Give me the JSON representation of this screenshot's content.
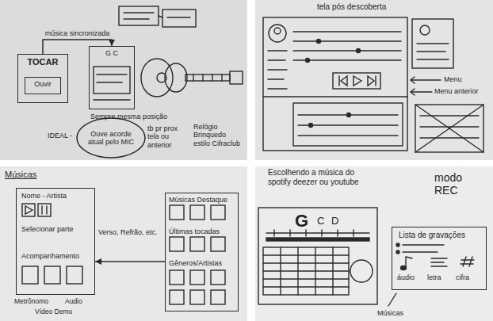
{
  "diagram": {
    "nodes": [
      {
        "text": [
          "TOCAR"
        ]
      },
      {
        "text": [
          "Ouvir"
        ],
        "in": 0
      },
      {
        "text": [
          "G C"
        ]
      },
      {
        "text": [
          "Ouve acorde atual pelo MIC"
        ]
      },
      {
        "text": [
          "Nome - Artista",
          "Selecionar parte",
          "Acompanhamento"
        ]
      },
      {
        "text": [
          "Músicas Destaque",
          "Últimas tocadas",
          "Gêneros/Artistas"
        ]
      },
      {
        "text": [
          "Lista de gravações",
          "áudio",
          "letra",
          "cifra"
        ]
      }
    ],
    "edges": [
      {
        "from": 0,
        "to": 2,
        "label": "música sincronizada",
        "arrow": "to"
      },
      {
        "from": 5,
        "to": 4,
        "arrow": "to"
      }
    ],
    "labels": [
      "Sempre mesma posição",
      "IDEAL -",
      "tb pr prox tela ou anterior",
      "Relógio Brinquedo estilo Cifraclub",
      "tela pós descoberta",
      "Menu",
      "Menu anterior",
      "Músicas",
      "Verso, Refrão, etc.",
      "Metrônomo",
      "Audio",
      "Vídeo Demo",
      "Escolhendo a música do spotify deezer ou youtube",
      "modo REC",
      "G",
      "C",
      "D",
      "Músicas"
    ]
  }
}
